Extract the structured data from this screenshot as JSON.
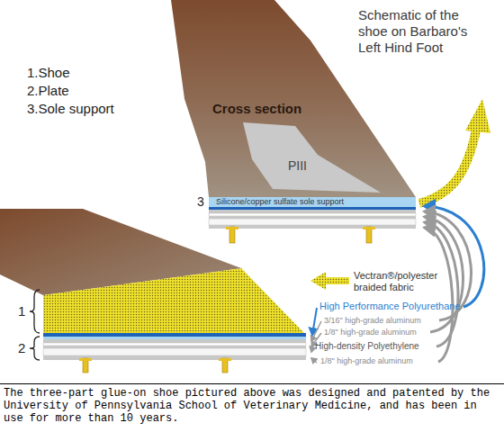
{
  "diagram": {
    "title": "Schematic of the shoe on Barbaro's Left Hind Foot",
    "caption": "The three-part glue-on shoe pictured above was designed and patented by the University of Pennsylvania School of Veterinary Medicine, and has been in use for more than 10 years.",
    "nodes": [
      {
        "text": [
          "PIII"
        ]
      },
      {
        "text": [
          "Silicone/copper sulfate sole support"
        ]
      }
    ],
    "labels": [
      "1.Shoe",
      "2.Plate",
      "3.Sole support",
      "Cross section",
      "3",
      "Vectran®/polyester braided fabric",
      "High Performance Polyurethane",
      "3/16\" high-grade aluminum",
      "1/8\" high-grade aluminum",
      "High-density Polyethylene",
      "1/8\" high-grade aluminum",
      "1",
      "2"
    ]
  }
}
